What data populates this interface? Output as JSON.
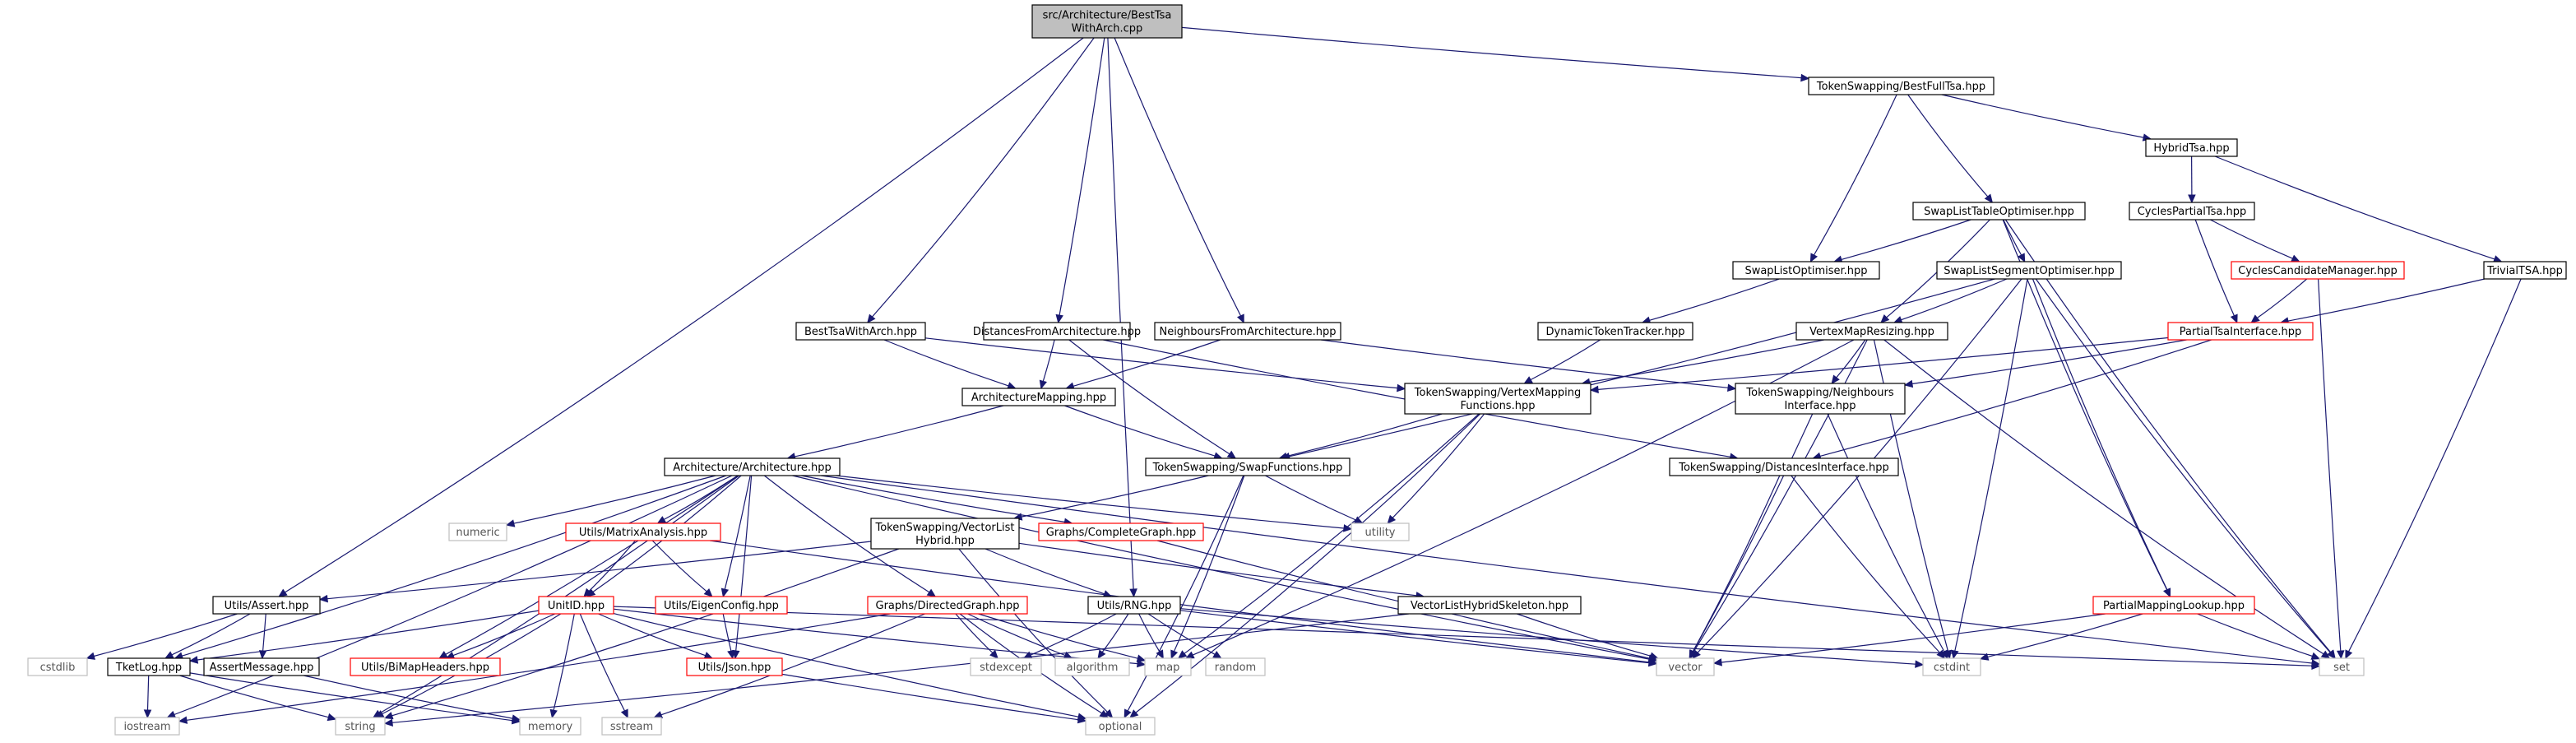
{
  "graph": {
    "root": "n_root",
    "nodes": [
      {
        "id": "n_root",
        "lines": [
          "src/Architecture/BestTsa",
          "WithArch.cpp"
        ],
        "kind": "root"
      },
      {
        "id": "n_bestfull",
        "lines": [
          "TokenSwapping/BestFullTsa.hpp"
        ],
        "kind": "normal"
      },
      {
        "id": "n_hybrid",
        "lines": [
          "HybridTsa.hpp"
        ],
        "kind": "normal"
      },
      {
        "id": "n_swaptable",
        "lines": [
          "SwapListTableOptimiser.hpp"
        ],
        "kind": "normal"
      },
      {
        "id": "n_cyclespartial",
        "lines": [
          "CyclesPartialTsa.hpp"
        ],
        "kind": "normal"
      },
      {
        "id": "n_swapopt",
        "lines": [
          "SwapListOptimiser.hpp"
        ],
        "kind": "normal"
      },
      {
        "id": "n_swapseg",
        "lines": [
          "SwapListSegmentOptimiser.hpp"
        ],
        "kind": "normal"
      },
      {
        "id": "n_cyclescand",
        "lines": [
          "CyclesCandidateManager.hpp"
        ],
        "kind": "missing"
      },
      {
        "id": "n_trivial",
        "lines": [
          "TrivialTSA.hpp"
        ],
        "kind": "normal"
      },
      {
        "id": "n_besttsa",
        "lines": [
          "BestTsaWithArch.hpp"
        ],
        "kind": "normal"
      },
      {
        "id": "n_distfrom",
        "lines": [
          "DistancesFromArchitecture.hpp"
        ],
        "kind": "normal"
      },
      {
        "id": "n_neighfrom",
        "lines": [
          "NeighboursFromArchitecture.hpp"
        ],
        "kind": "normal"
      },
      {
        "id": "n_dyntoken",
        "lines": [
          "DynamicTokenTracker.hpp"
        ],
        "kind": "normal"
      },
      {
        "id": "n_vmresize",
        "lines": [
          "VertexMapResizing.hpp"
        ],
        "kind": "normal"
      },
      {
        "id": "n_partialtsa",
        "lines": [
          "PartialTsaInterface.hpp"
        ],
        "kind": "missing"
      },
      {
        "id": "n_archmap",
        "lines": [
          "ArchitectureMapping.hpp"
        ],
        "kind": "normal"
      },
      {
        "id": "n_vmfunc",
        "lines": [
          "TokenSwapping/VertexMapping",
          "Functions.hpp"
        ],
        "kind": "normal"
      },
      {
        "id": "n_neighiface",
        "lines": [
          "TokenSwapping/Neighbours",
          "Interface.hpp"
        ],
        "kind": "normal"
      },
      {
        "id": "n_arch",
        "lines": [
          "Architecture/Architecture.hpp"
        ],
        "kind": "normal"
      },
      {
        "id": "n_swapfunc",
        "lines": [
          "TokenSwapping/SwapFunctions.hpp"
        ],
        "kind": "normal"
      },
      {
        "id": "n_distiface",
        "lines": [
          "TokenSwapping/DistancesInterface.hpp"
        ],
        "kind": "normal"
      },
      {
        "id": "n_numeric",
        "lines": [
          "numeric"
        ],
        "kind": "system"
      },
      {
        "id": "n_matrix",
        "lines": [
          "Utils/MatrixAnalysis.hpp"
        ],
        "kind": "missing"
      },
      {
        "id": "n_vlhybrid",
        "lines": [
          "TokenSwapping/VectorList",
          "Hybrid.hpp"
        ],
        "kind": "normal"
      },
      {
        "id": "n_complete",
        "lines": [
          "Graphs/CompleteGraph.hpp"
        ],
        "kind": "missing"
      },
      {
        "id": "n_utility",
        "lines": [
          "utility"
        ],
        "kind": "system"
      },
      {
        "id": "n_assert",
        "lines": [
          "Utils/Assert.hpp"
        ],
        "kind": "normal"
      },
      {
        "id": "n_unitid",
        "lines": [
          "UnitID.hpp"
        ],
        "kind": "missing"
      },
      {
        "id": "n_eigen",
        "lines": [
          "Utils/EigenConfig.hpp"
        ],
        "kind": "missing"
      },
      {
        "id": "n_directed",
        "lines": [
          "Graphs/DirectedGraph.hpp"
        ],
        "kind": "missing"
      },
      {
        "id": "n_rng",
        "lines": [
          "Utils/RNG.hpp"
        ],
        "kind": "normal"
      },
      {
        "id": "n_vlskel",
        "lines": [
          "VectorListHybridSkeleton.hpp"
        ],
        "kind": "normal"
      },
      {
        "id": "n_pmlookup",
        "lines": [
          "PartialMappingLookup.hpp"
        ],
        "kind": "missing"
      },
      {
        "id": "n_cstdlib",
        "lines": [
          "cstdlib"
        ],
        "kind": "system"
      },
      {
        "id": "n_tketlog",
        "lines": [
          "TketLog.hpp"
        ],
        "kind": "normal"
      },
      {
        "id": "n_assertmsg",
        "lines": [
          "AssertMessage.hpp"
        ],
        "kind": "normal"
      },
      {
        "id": "n_bimap",
        "lines": [
          "Utils/BiMapHeaders.hpp"
        ],
        "kind": "missing"
      },
      {
        "id": "n_json",
        "lines": [
          "Utils/Json.hpp"
        ],
        "kind": "missing"
      },
      {
        "id": "n_stdexcept",
        "lines": [
          "stdexcept"
        ],
        "kind": "system"
      },
      {
        "id": "n_algorithm",
        "lines": [
          "algorithm"
        ],
        "kind": "system"
      },
      {
        "id": "n_map",
        "lines": [
          "map"
        ],
        "kind": "system"
      },
      {
        "id": "n_random",
        "lines": [
          "random"
        ],
        "kind": "system"
      },
      {
        "id": "n_vector",
        "lines": [
          "vector"
        ],
        "kind": "system"
      },
      {
        "id": "n_cstdint",
        "lines": [
          "cstdint"
        ],
        "kind": "system"
      },
      {
        "id": "n_set",
        "lines": [
          "set"
        ],
        "kind": "system"
      },
      {
        "id": "n_iostream",
        "lines": [
          "iostream"
        ],
        "kind": "system"
      },
      {
        "id": "n_string",
        "lines": [
          "string"
        ],
        "kind": "system"
      },
      {
        "id": "n_memory",
        "lines": [
          "memory"
        ],
        "kind": "system"
      },
      {
        "id": "n_sstream",
        "lines": [
          "sstream"
        ],
        "kind": "system"
      },
      {
        "id": "n_optional",
        "lines": [
          "optional"
        ],
        "kind": "system"
      }
    ],
    "edges": [
      [
        "n_root",
        "n_bestfull"
      ],
      [
        "n_root",
        "n_besttsa"
      ],
      [
        "n_root",
        "n_distfrom"
      ],
      [
        "n_root",
        "n_neighfrom"
      ],
      [
        "n_root",
        "n_assert"
      ],
      [
        "n_root",
        "n_rng"
      ],
      [
        "n_bestfull",
        "n_hybrid"
      ],
      [
        "n_bestfull",
        "n_swaptable"
      ],
      [
        "n_bestfull",
        "n_swapopt"
      ],
      [
        "n_hybrid",
        "n_cyclespartial"
      ],
      [
        "n_hybrid",
        "n_trivial"
      ],
      [
        "n_cyclespartial",
        "n_cyclescand"
      ],
      [
        "n_cyclespartial",
        "n_partialtsa"
      ],
      [
        "n_cyclescand",
        "n_partialtsa"
      ],
      [
        "n_cyclescand",
        "n_set"
      ],
      [
        "n_trivial",
        "n_partialtsa"
      ],
      [
        "n_trivial",
        "n_set"
      ],
      [
        "n_partialtsa",
        "n_vmfunc"
      ],
      [
        "n_partialtsa",
        "n_neighiface"
      ],
      [
        "n_partialtsa",
        "n_distiface"
      ],
      [
        "n_swaptable",
        "n_swapopt"
      ],
      [
        "n_swaptable",
        "n_swapseg"
      ],
      [
        "n_swaptable",
        "n_vmresize"
      ],
      [
        "n_swaptable",
        "n_pmlookup"
      ],
      [
        "n_swaptable",
        "n_set"
      ],
      [
        "n_swapopt",
        "n_dyntoken"
      ],
      [
        "n_swapseg",
        "n_vmresize"
      ],
      [
        "n_swapseg",
        "n_swapfunc"
      ],
      [
        "n_swapseg",
        "n_pmlookup"
      ],
      [
        "n_swapseg",
        "n_vector"
      ],
      [
        "n_swapseg",
        "n_cstdint"
      ],
      [
        "n_swapseg",
        "n_set"
      ],
      [
        "n_dyntoken",
        "n_vmfunc"
      ],
      [
        "n_vmresize",
        "n_vmfunc"
      ],
      [
        "n_vmresize",
        "n_neighiface"
      ],
      [
        "n_vmresize",
        "n_map"
      ],
      [
        "n_vmresize",
        "n_vector"
      ],
      [
        "n_vmresize",
        "n_cstdint"
      ],
      [
        "n_vmresize",
        "n_set"
      ],
      [
        "n_besttsa",
        "n_archmap"
      ],
      [
        "n_besttsa",
        "n_vmfunc"
      ],
      [
        "n_distfrom",
        "n_archmap"
      ],
      [
        "n_distfrom",
        "n_swapfunc"
      ],
      [
        "n_distfrom",
        "n_distiface"
      ],
      [
        "n_neighfrom",
        "n_archmap"
      ],
      [
        "n_neighfrom",
        "n_neighiface"
      ],
      [
        "n_archmap",
        "n_arch"
      ],
      [
        "n_archmap",
        "n_swapfunc"
      ],
      [
        "n_vmfunc",
        "n_swapfunc"
      ],
      [
        "n_vmfunc",
        "n_utility"
      ],
      [
        "n_vmfunc",
        "n_map"
      ],
      [
        "n_vmfunc",
        "n_optional"
      ],
      [
        "n_neighiface",
        "n_vector"
      ],
      [
        "n_neighiface",
        "n_cstdint"
      ],
      [
        "n_distiface",
        "n_vector"
      ],
      [
        "n_distiface",
        "n_cstdint"
      ],
      [
        "n_arch",
        "n_numeric"
      ],
      [
        "n_arch",
        "n_matrix"
      ],
      [
        "n_arch",
        "n_complete"
      ],
      [
        "n_arch",
        "n_directed"
      ],
      [
        "n_arch",
        "n_unitid"
      ],
      [
        "n_arch",
        "n_eigen"
      ],
      [
        "n_arch",
        "n_json"
      ],
      [
        "n_arch",
        "n_bimap"
      ],
      [
        "n_arch",
        "n_tketlog"
      ],
      [
        "n_arch",
        "n_utility"
      ],
      [
        "n_arch",
        "n_vector"
      ],
      [
        "n_arch",
        "n_set"
      ],
      [
        "n_arch",
        "n_iostream"
      ],
      [
        "n_arch",
        "n_string"
      ],
      [
        "n_swapfunc",
        "n_vlhybrid"
      ],
      [
        "n_swapfunc",
        "n_utility"
      ],
      [
        "n_swapfunc",
        "n_map"
      ],
      [
        "n_swapfunc",
        "n_optional"
      ],
      [
        "n_matrix",
        "n_unitid"
      ],
      [
        "n_matrix",
        "n_eigen"
      ],
      [
        "n_matrix",
        "n_vector"
      ],
      [
        "n_complete",
        "n_vector"
      ],
      [
        "n_vlhybrid",
        "n_assert"
      ],
      [
        "n_vlhybrid",
        "n_vlskel"
      ],
      [
        "n_vlhybrid",
        "n_rng"
      ],
      [
        "n_vlhybrid",
        "n_string"
      ],
      [
        "n_vlhybrid",
        "n_optional"
      ],
      [
        "n_assert",
        "n_cstdlib"
      ],
      [
        "n_assert",
        "n_tketlog"
      ],
      [
        "n_assert",
        "n_assertmsg"
      ],
      [
        "n_unitid",
        "n_tketlog"
      ],
      [
        "n_unitid",
        "n_bimap"
      ],
      [
        "n_unitid",
        "n_json"
      ],
      [
        "n_unitid",
        "n_map"
      ],
      [
        "n_unitid",
        "n_set"
      ],
      [
        "n_unitid",
        "n_string"
      ],
      [
        "n_unitid",
        "n_memory"
      ],
      [
        "n_unitid",
        "n_sstream"
      ],
      [
        "n_unitid",
        "n_optional"
      ],
      [
        "n_eigen",
        "n_json"
      ],
      [
        "n_json",
        "n_optional"
      ],
      [
        "n_directed",
        "n_stdexcept"
      ],
      [
        "n_directed",
        "n_algorithm"
      ],
      [
        "n_directed",
        "n_map"
      ],
      [
        "n_directed",
        "n_optional"
      ],
      [
        "n_directed",
        "n_iostream"
      ],
      [
        "n_directed",
        "n_sstream"
      ],
      [
        "n_rng",
        "n_stdexcept"
      ],
      [
        "n_rng",
        "n_algorithm"
      ],
      [
        "n_rng",
        "n_map"
      ],
      [
        "n_rng",
        "n_random"
      ],
      [
        "n_rng",
        "n_vector"
      ],
      [
        "n_rng",
        "n_cstdint"
      ],
      [
        "n_vlskel",
        "n_vector"
      ],
      [
        "n_vlskel",
        "n_string"
      ],
      [
        "n_pmlookup",
        "n_vector"
      ],
      [
        "n_pmlookup",
        "n_cstdint"
      ],
      [
        "n_pmlookup",
        "n_set"
      ],
      [
        "n_tketlog",
        "n_iostream"
      ],
      [
        "n_tketlog",
        "n_string"
      ],
      [
        "n_tketlog",
        "n_memory"
      ],
      [
        "n_assertmsg",
        "n_memory"
      ]
    ]
  }
}
